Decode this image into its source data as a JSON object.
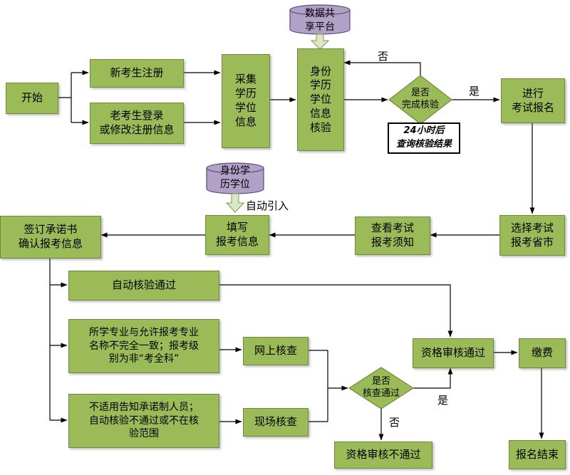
{
  "colors": {
    "node_fill": "#9BBB59",
    "node_border": "#71893F",
    "cylinder_fill": "#B2A1C7",
    "cylinder_border": "#5F497A",
    "block_arrow_fill": "#DCE6C8",
    "block_arrow_border": "#7F9A48",
    "line": "#000000"
  },
  "nodes": {
    "data_platform": {
      "lines": [
        "数据共",
        "享平台"
      ]
    },
    "identity_data": {
      "lines": [
        "身份学",
        "历学位"
      ]
    },
    "start": {
      "lines": [
        "开始"
      ]
    },
    "new_register": {
      "lines": [
        "新考生注册"
      ]
    },
    "old_login": {
      "lines": [
        "老考生登录",
        "或修改注册信息"
      ]
    },
    "collect_info": {
      "lines": [
        "采集",
        "学历",
        "学位",
        "信息"
      ]
    },
    "verify_info": {
      "lines": [
        "身份",
        "学历",
        "学位",
        "信息",
        "核验"
      ]
    },
    "verify_done": {
      "lines": [
        "是否",
        "完成核验"
      ]
    },
    "note_24h": {
      "lines": [
        "24小时后",
        "查询核验结果"
      ]
    },
    "exam_register": {
      "lines": [
        "进行",
        "考试报名"
      ]
    },
    "select_region": {
      "lines": [
        "选择考试",
        "报考省市"
      ]
    },
    "view_notice": {
      "lines": [
        "查看考试",
        "报考须知"
      ]
    },
    "fill_info": {
      "lines": [
        "填写",
        "报考信息"
      ]
    },
    "sign_commit": {
      "lines": [
        "签订承诺书",
        "确认报考信息"
      ]
    },
    "auto_pass": {
      "lines": [
        "自动核验通过"
      ]
    },
    "major_mismatch": {
      "lines": [
        "所学专业与允许报考专业",
        "名称不完全一致；报考级",
        "别为非“考全科”"
      ]
    },
    "online_check": {
      "lines": [
        "网上核查"
      ]
    },
    "not_applicable": {
      "lines": [
        "不适用告知承诺制人员；",
        "自动核验不通过或不在核",
        "验范围"
      ]
    },
    "onsite_check": {
      "lines": [
        "现场核查"
      ]
    },
    "check_pass": {
      "lines": [
        "是否",
        "核查通过"
      ]
    },
    "qual_pass": {
      "lines": [
        "资格审核通过"
      ]
    },
    "pay": {
      "lines": [
        "缴费"
      ]
    },
    "qual_fail": {
      "lines": [
        "资格审核不通过"
      ]
    },
    "reg_end": {
      "lines": [
        "报名结束"
      ]
    }
  },
  "edge_labels": {
    "no_verify": "否",
    "yes_verify": "是",
    "auto_import": "自动引入",
    "yes_check": "是",
    "no_check": "否"
  }
}
